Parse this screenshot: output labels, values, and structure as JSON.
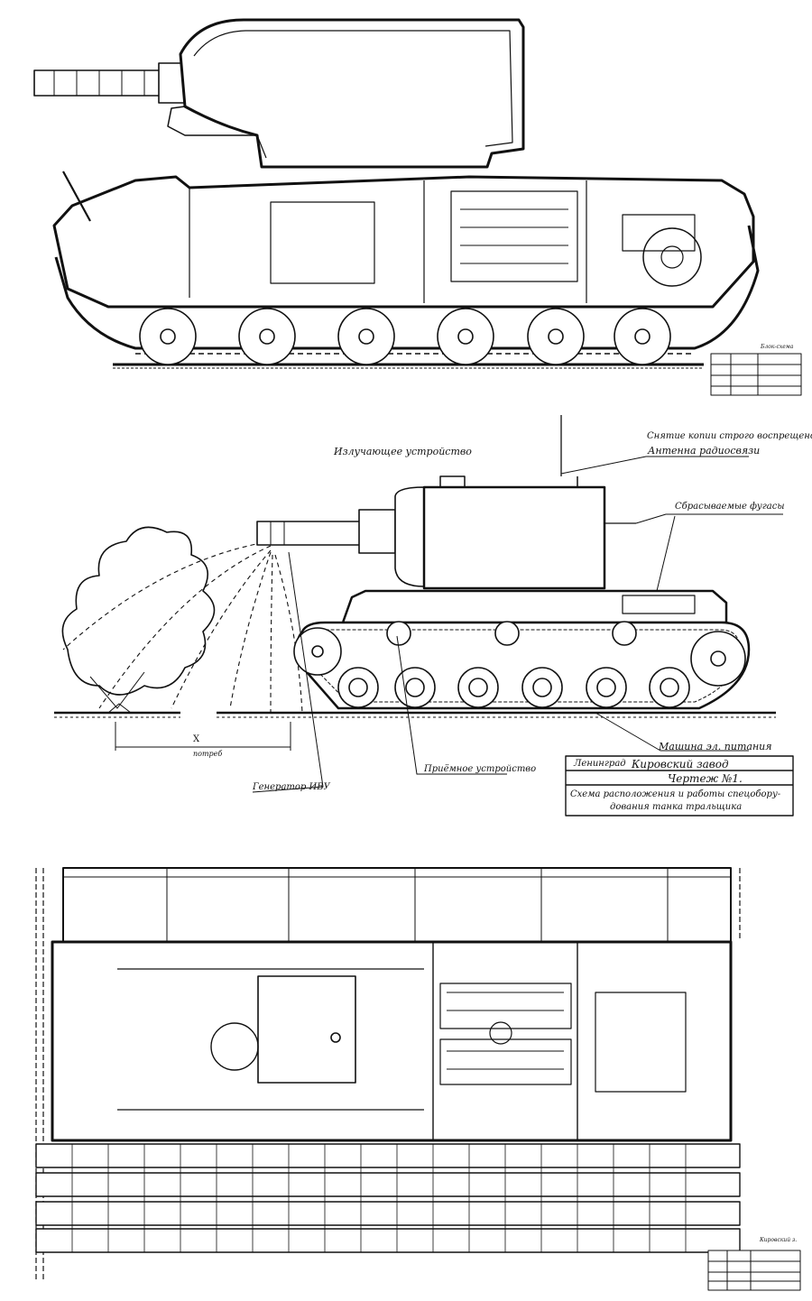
{
  "labels": {
    "radiating_device": "Излучающее устройство",
    "antenna_note": "Снятие копии строго воспрещено",
    "antenna": "Антенна радиосвязи",
    "fuel_tanks": "Сбрасываемые фугасы",
    "receiving_device": "Приёмное устройство",
    "generator": "Генератор ИВУ",
    "power_machine": "Машина эл. питания",
    "distance_x": "X",
    "distance_caption": "потреб"
  },
  "title_block": {
    "city": "Ленинград",
    "plant": "Кировский завод",
    "drawing": "Чертеж №1.",
    "caption_line1": "Схема расположения и работы спецобору-",
    "caption_line2": "дования танка тральщика"
  },
  "stamps": {
    "top_small": "Блок-схема",
    "bottom_small": "Кировский з."
  },
  "colors": {
    "ink": "#111111",
    "paper": "#ffffff"
  }
}
